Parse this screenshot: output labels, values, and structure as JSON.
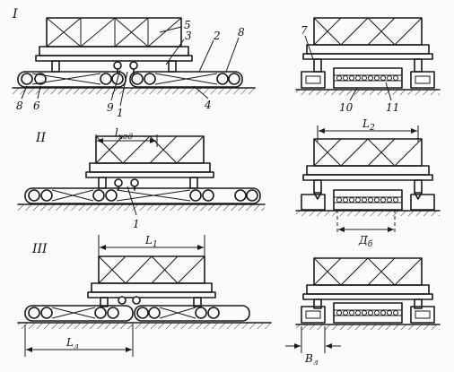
{
  "stages": [
    "I",
    "II",
    "III"
  ],
  "callouts": {
    "n1": "1",
    "n2": "2",
    "n3": "3",
    "n4": "4",
    "n5": "5",
    "n6": "6",
    "n7": "7",
    "n8a": "8",
    "n8b": "8",
    "n9": "9",
    "n10": "10",
    "n11": "11",
    "n1_stage2": "1"
  },
  "dimensions": {
    "l_hod": "l",
    "l_hod_sub": "ход",
    "l2": "L",
    "l2_sub": "2",
    "l1": "L",
    "l1_sub": "1",
    "ll": "L",
    "ll_sub": "л",
    "db": "Д",
    "db_sub": "б",
    "bl": "B",
    "bl_sub": "л"
  }
}
